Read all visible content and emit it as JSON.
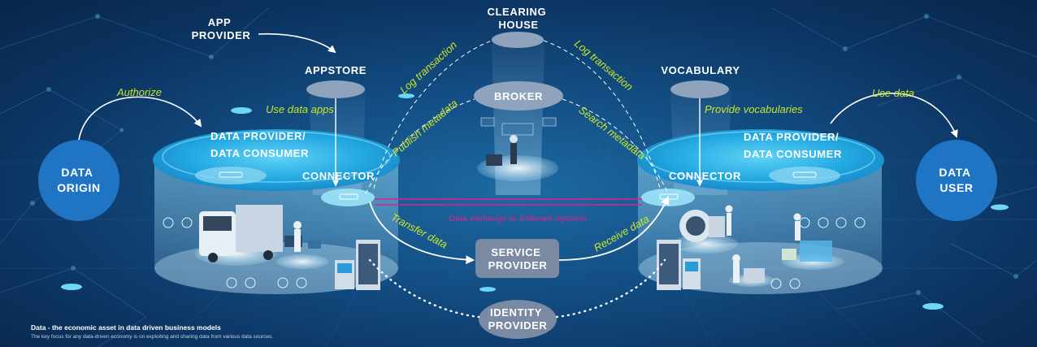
{
  "nodes": {
    "data_origin": [
      "DATA",
      "ORIGIN"
    ],
    "data_user": [
      "DATA",
      "USER"
    ],
    "app_provider": [
      "APP",
      "PROVIDER"
    ],
    "appstore": "APPSTORE",
    "clearing_house": [
      "CLEARING",
      "HOUSE"
    ],
    "broker": "BROKER",
    "vocabulary": "VOCABULARY",
    "left_participant": [
      "DATA PROVIDER/",
      "DATA CONSUMER"
    ],
    "right_participant": [
      "DATA PROVIDER/",
      "DATA CONSUMER"
    ],
    "left_connector": "CONNECTOR",
    "right_connector": "CONNECTOR",
    "service_provider": [
      "SERVICE",
      "PROVIDER"
    ],
    "identity_provider": [
      "IDENTITY",
      "PROVIDER"
    ]
  },
  "edges": {
    "authorize": "Authorize",
    "use_data": "Use data",
    "use_data_apps": "Use data apps",
    "provide_vocabularies": "Provide vocabularies",
    "log_transaction_left": "Log transaction",
    "log_transaction_right": "Log transaction",
    "publish_metadata": "Publish metadata",
    "search_metadata": "Search metadata",
    "transfer_data": "Transfer data",
    "receive_data": "Receive data",
    "data_exchange": "Data exchange or Software injection"
  },
  "caption": {
    "title": "Data - the economic asset in data driven business models",
    "subtitle": "The key focus for any data-driven economy is on exploiting and sharing data from various data sources."
  },
  "colors": {
    "node_blue": "#1f74c4",
    "label_green": "#c8e62a",
    "exchange_magenta": "#e0208c",
    "service_gray": "#7b8aa3",
    "disc_light": "#27b4ea"
  }
}
